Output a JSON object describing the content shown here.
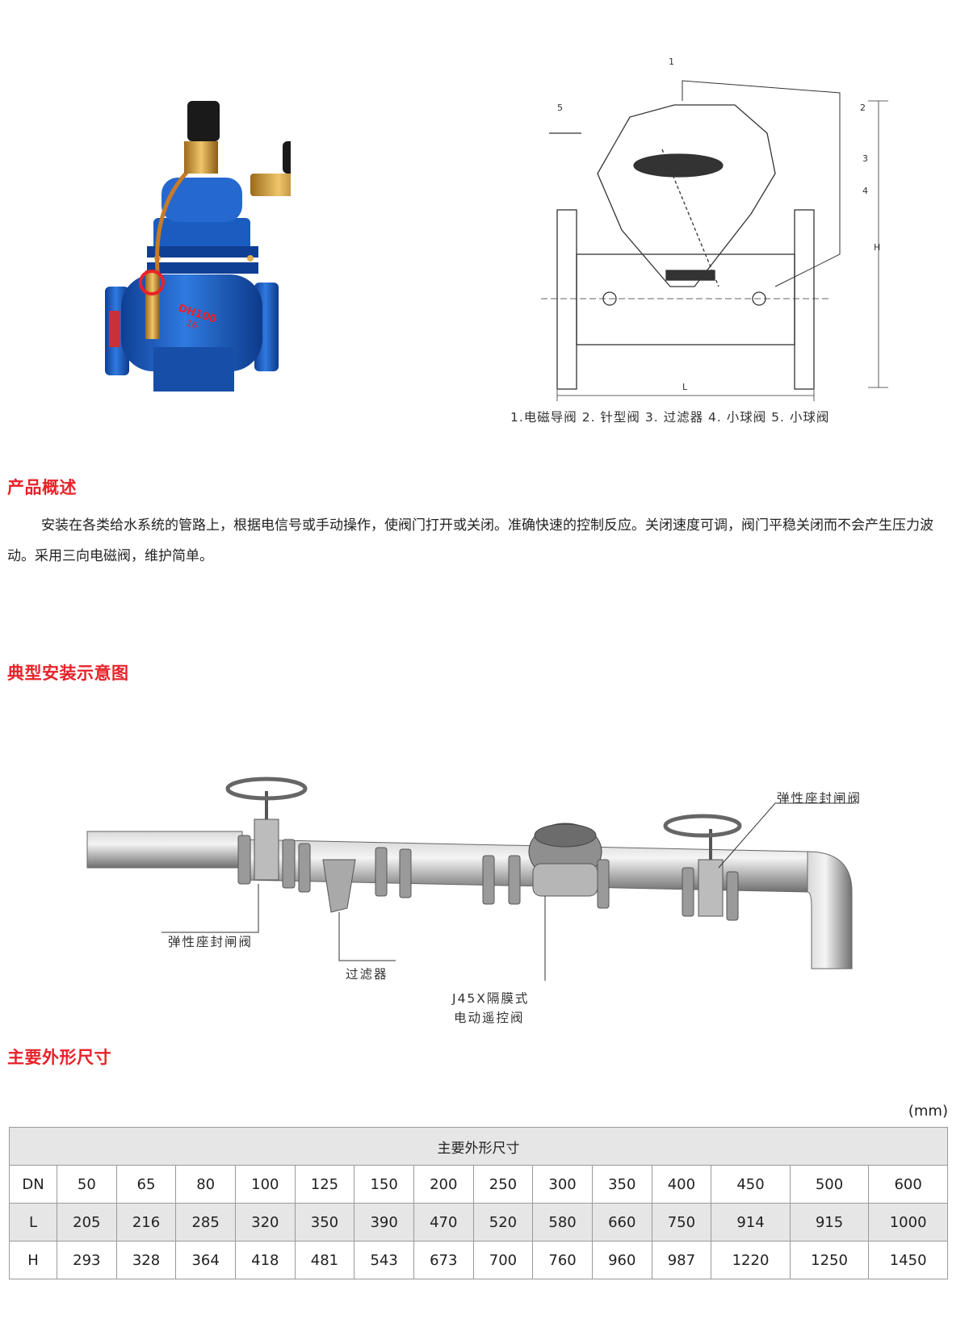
{
  "diagram": {
    "legend": "1.电磁导阀  2. 针型阀  3. 过滤器  4. 小球阀  5. 小球阀",
    "callouts": [
      "1",
      "2",
      "3",
      "4",
      "5"
    ],
    "dim_h": "H",
    "dim_l": "L",
    "valve_badge": "DH100",
    "valve_badge_2": "16"
  },
  "overview": {
    "title": "产品概述",
    "text": "安装在各类给水系统的管路上，根据电信号或手动操作，使阀门打开或关闭。准确快速的控制反应。关闭速度可调，阀门平稳关闭而不会产生压力波动。采用三向电磁阀，维护简单。"
  },
  "install": {
    "title": "典型安装示意图",
    "label_gate_right": "弹性座封闸阀",
    "label_gate_left": "弹性座封闸阀",
    "label_filter": "过滤器",
    "label_valve_line1": "J45X隔膜式",
    "label_valve_line2": "电动遥控阀"
  },
  "dimensions": {
    "title": "主要外形尺寸",
    "unit": "(mm)",
    "table_header": "主要外形尺寸",
    "rows": [
      {
        "label": "DN",
        "values": [
          "50",
          "65",
          "80",
          "100",
          "125",
          "150",
          "200",
          "250",
          "300",
          "350",
          "400",
          "450",
          "500",
          "600"
        ]
      },
      {
        "label": "L",
        "values": [
          "205",
          "216",
          "285",
          "320",
          "350",
          "390",
          "470",
          "520",
          "580",
          "660",
          "750",
          "914",
          "915",
          "1000"
        ]
      },
      {
        "label": "H",
        "values": [
          "293",
          "328",
          "364",
          "418",
          "481",
          "543",
          "673",
          "700",
          "760",
          "960",
          "987",
          "1220",
          "1250",
          "1450"
        ]
      }
    ]
  },
  "colors": {
    "accent": "#e8222a",
    "valve_blue": "#1f63c8",
    "brass": "#d49a3a",
    "pipe_gray": "#9b9b9b"
  }
}
